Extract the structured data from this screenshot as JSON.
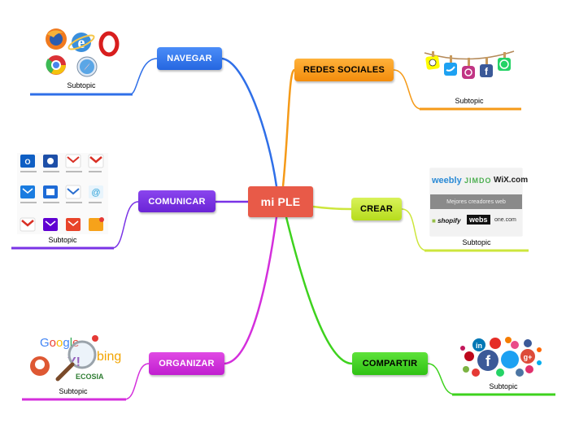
{
  "central": {
    "label": "mi PLE"
  },
  "branches": {
    "navegar": {
      "label": "NAVEGAR",
      "subtopic": "Subtopic"
    },
    "comunicar": {
      "label": "COMUNICAR",
      "subtopic": "Subtopic"
    },
    "organizar": {
      "label": "ORGANIZAR",
      "subtopic": "Subtopic"
    },
    "redes": {
      "label": "REDES SOCIALES",
      "subtopic": "Subtopic"
    },
    "crear": {
      "label": "CREAR",
      "subtopic": "Subtopic",
      "image_text": {
        "weebly": "weebly",
        "jimdo": "JIMDO",
        "wix": "WiX.com",
        "banner": "Mejores creadores web",
        "shopify": "shopify",
        "webs": "webs",
        "onecom": "one.com"
      }
    },
    "compartir": {
      "label": "COMPARTIR",
      "subtopic": "Subtopic"
    }
  },
  "colors": {
    "central": "#e85a48",
    "navegar": "#2f6fe8",
    "comunicar": "#7a33e6",
    "organizar": "#d42fdc",
    "redes": "#f59a18",
    "crear": "#cde63c",
    "compartir": "#3ed21e"
  }
}
